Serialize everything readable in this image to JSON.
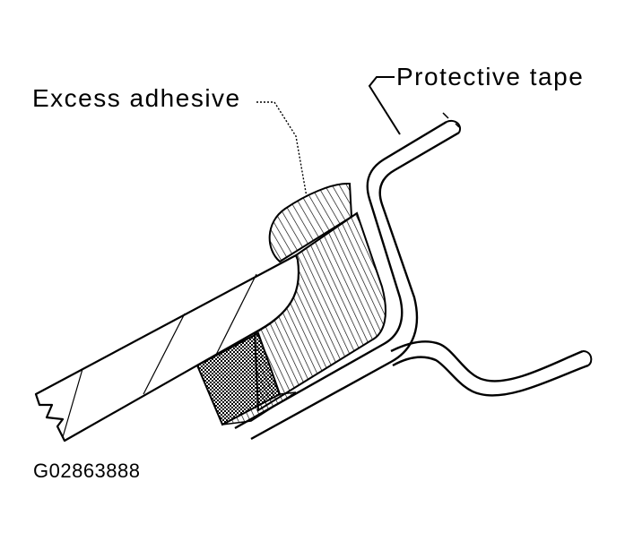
{
  "labels": {
    "excess_adhesive": "Excess adhesive",
    "protective_tape": "Protective tape",
    "figure_code": "G02863888"
  },
  "colors": {
    "line": "#000000",
    "background": "#ffffff"
  }
}
